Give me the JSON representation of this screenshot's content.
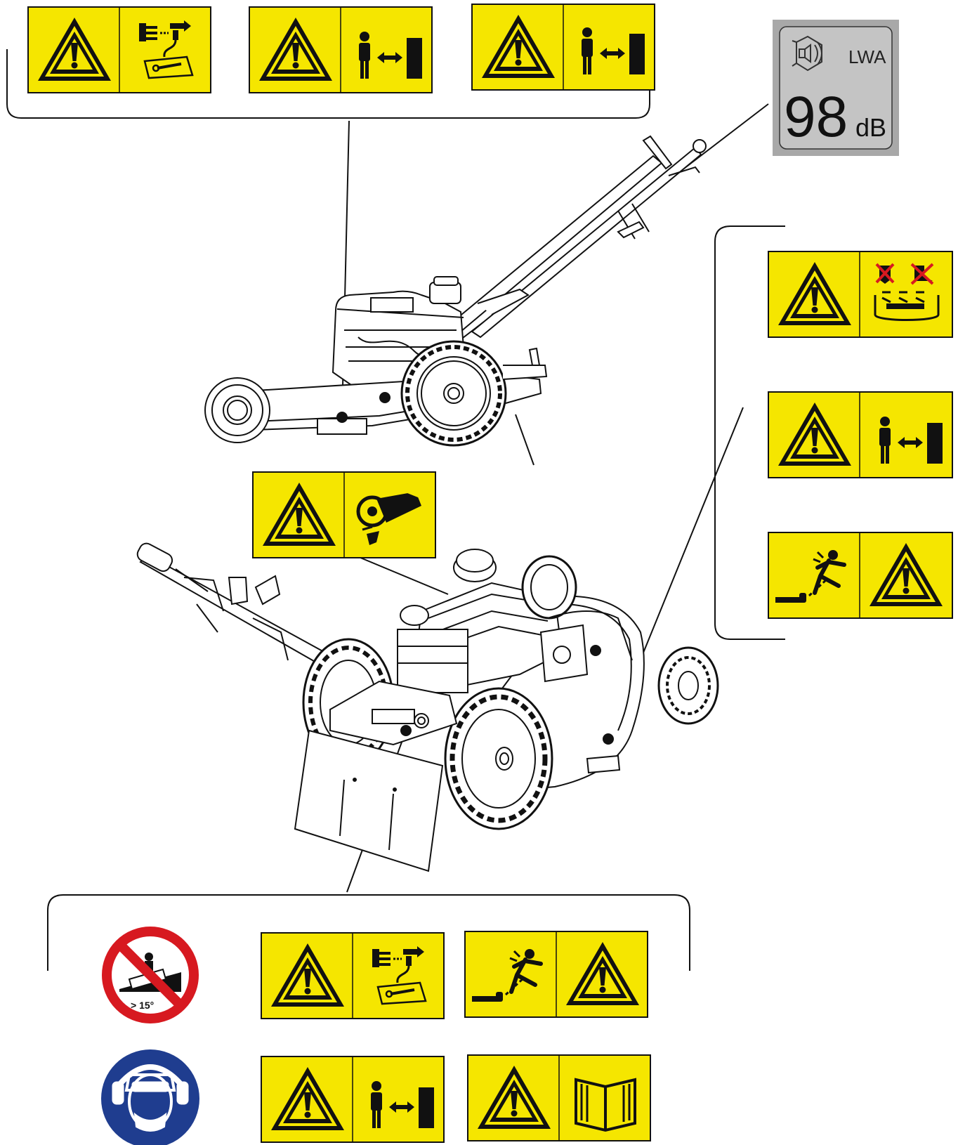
{
  "noise_label": {
    "unit": "LWA",
    "value": "98",
    "value_unit": "dB",
    "icon": "speaker-icon",
    "color": "#b8b8b8"
  },
  "slope_sign": {
    "text": "> 15°",
    "icon": "no-slope-icon",
    "color": "#d71920"
  },
  "ppe_sign": {
    "icon": "wear-protection-icon",
    "color": "#1f3d8f"
  },
  "colors": {
    "warning_yellow": "#f5e600",
    "line": "#111111"
  },
  "decals": [
    {
      "id": "top-1",
      "icons": [
        "warning-triangle-icon",
        "disconnect-spark-plug-icon"
      ]
    },
    {
      "id": "top-2",
      "icons": [
        "warning-triangle-icon",
        "keep-distance-icon"
      ]
    },
    {
      "id": "top-3",
      "icons": [
        "warning-triangle-icon",
        "keep-distance-icon"
      ]
    },
    {
      "id": "right-1",
      "icons": [
        "warning-triangle-icon",
        "blade-hands-feet-icon"
      ]
    },
    {
      "id": "right-2",
      "icons": [
        "warning-triangle-icon",
        "keep-distance-icon"
      ]
    },
    {
      "id": "right-3",
      "icons": [
        "thrown-objects-icon",
        "warning-triangle-icon"
      ]
    },
    {
      "id": "middle-1",
      "icons": [
        "warning-triangle-icon",
        "belt-entanglement-icon"
      ]
    },
    {
      "id": "bottom-1",
      "icons": [
        "warning-triangle-icon",
        "disconnect-spark-plug-icon"
      ]
    },
    {
      "id": "bottom-2",
      "icons": [
        "thrown-objects-icon",
        "warning-triangle-icon"
      ]
    },
    {
      "id": "bottom-3",
      "icons": [
        "warning-triangle-icon",
        "keep-distance-icon"
      ]
    },
    {
      "id": "bottom-4",
      "icons": [
        "warning-triangle-icon",
        "read-manual-icon"
      ]
    }
  ]
}
